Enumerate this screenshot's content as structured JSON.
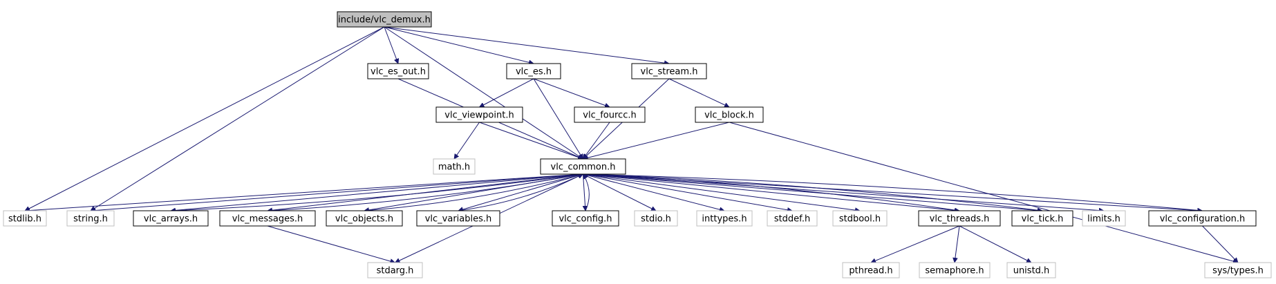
{
  "colors": {
    "edge": "#191970",
    "main_fill": "#bfbfbf",
    "doc_border": "#000000",
    "ext_border": "#bfbfbf"
  },
  "nodes": {
    "demux": {
      "label": "include/vlc_demux.h",
      "kind": "main"
    },
    "es_out": {
      "label": "vlc_es_out.h",
      "kind": "doc"
    },
    "es": {
      "label": "vlc_es.h",
      "kind": "doc"
    },
    "stream": {
      "label": "vlc_stream.h",
      "kind": "doc"
    },
    "viewpoint": {
      "label": "vlc_viewpoint.h",
      "kind": "doc"
    },
    "fourcc": {
      "label": "vlc_fourcc.h",
      "kind": "doc"
    },
    "block": {
      "label": "vlc_block.h",
      "kind": "doc"
    },
    "math": {
      "label": "math.h",
      "kind": "ext"
    },
    "common": {
      "label": "vlc_common.h",
      "kind": "doc"
    },
    "stdlib": {
      "label": "stdlib.h",
      "kind": "ext"
    },
    "string": {
      "label": "string.h",
      "kind": "ext"
    },
    "arrays": {
      "label": "vlc_arrays.h",
      "kind": "doc"
    },
    "messages": {
      "label": "vlc_messages.h",
      "kind": "doc"
    },
    "objects": {
      "label": "vlc_objects.h",
      "kind": "doc"
    },
    "variables": {
      "label": "vlc_variables.h",
      "kind": "doc"
    },
    "config": {
      "label": "vlc_config.h",
      "kind": "doc"
    },
    "stdio": {
      "label": "stdio.h",
      "kind": "ext"
    },
    "inttypes": {
      "label": "inttypes.h",
      "kind": "ext"
    },
    "stddef": {
      "label": "stddef.h",
      "kind": "ext"
    },
    "stdbool": {
      "label": "stdbool.h",
      "kind": "ext"
    },
    "threads": {
      "label": "vlc_threads.h",
      "kind": "doc"
    },
    "tick": {
      "label": "vlc_tick.h",
      "kind": "doc"
    },
    "limits": {
      "label": "limits.h",
      "kind": "ext"
    },
    "configuration": {
      "label": "vlc_configuration.h",
      "kind": "doc"
    },
    "stdarg": {
      "label": "stdarg.h",
      "kind": "ext"
    },
    "pthread": {
      "label": "pthread.h",
      "kind": "ext"
    },
    "semaphore": {
      "label": "semaphore.h",
      "kind": "ext"
    },
    "unistd": {
      "label": "unistd.h",
      "kind": "ext"
    },
    "systypes": {
      "label": "sys/types.h",
      "kind": "ext"
    }
  },
  "edges": [
    [
      "demux",
      "es_out"
    ],
    [
      "demux",
      "es"
    ],
    [
      "demux",
      "stream"
    ],
    [
      "demux",
      "common"
    ],
    [
      "demux",
      "stdlib"
    ],
    [
      "demux",
      "string"
    ],
    [
      "es_out",
      "common"
    ],
    [
      "es",
      "viewpoint"
    ],
    [
      "es",
      "fourcc"
    ],
    [
      "es",
      "common"
    ],
    [
      "stream",
      "common"
    ],
    [
      "stream",
      "block"
    ],
    [
      "viewpoint",
      "math"
    ],
    [
      "viewpoint",
      "common"
    ],
    [
      "fourcc",
      "common"
    ],
    [
      "block",
      "common"
    ],
    [
      "block",
      "systypes"
    ],
    [
      "common",
      "stdlib"
    ],
    [
      "common",
      "string"
    ],
    [
      "common",
      "arrays"
    ],
    [
      "common",
      "messages"
    ],
    [
      "common",
      "objects"
    ],
    [
      "common",
      "variables"
    ],
    [
      "common",
      "config"
    ],
    [
      "common",
      "stdio"
    ],
    [
      "common",
      "inttypes"
    ],
    [
      "common",
      "stddef"
    ],
    [
      "common",
      "stdbool"
    ],
    [
      "common",
      "threads"
    ],
    [
      "common",
      "tick"
    ],
    [
      "common",
      "limits"
    ],
    [
      "common",
      "configuration"
    ],
    [
      "common",
      "stdarg"
    ],
    [
      "arrays",
      "common"
    ],
    [
      "messages",
      "common"
    ],
    [
      "objects",
      "common"
    ],
    [
      "variables",
      "common"
    ],
    [
      "config",
      "common"
    ],
    [
      "threads",
      "common"
    ],
    [
      "tick",
      "common"
    ],
    [
      "configuration",
      "common"
    ],
    [
      "messages",
      "stdarg"
    ],
    [
      "threads",
      "pthread"
    ],
    [
      "threads",
      "semaphore"
    ],
    [
      "threads",
      "unistd"
    ],
    [
      "configuration",
      "systypes"
    ]
  ]
}
